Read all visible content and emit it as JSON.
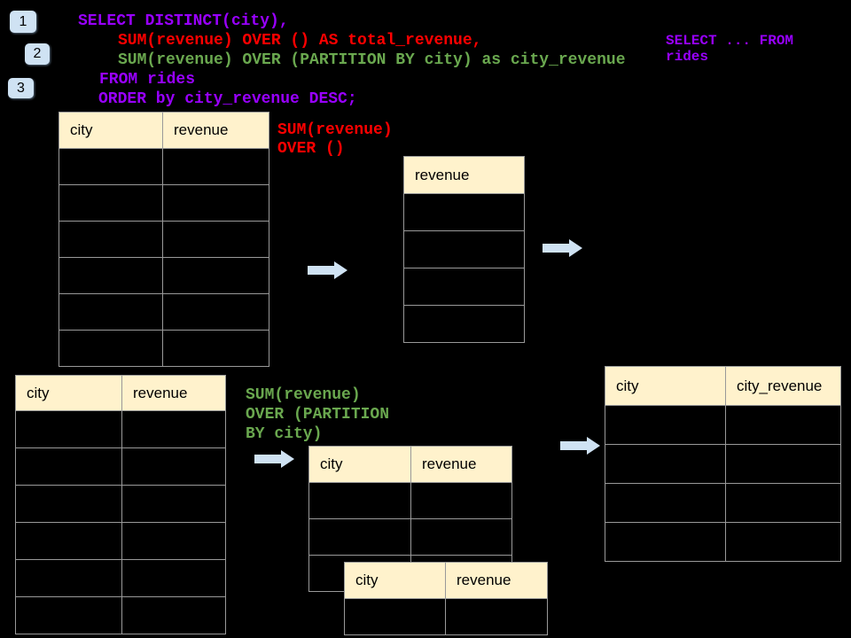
{
  "step_badges": [
    {
      "label": "1"
    },
    {
      "label": "2"
    },
    {
      "label": "3"
    }
  ],
  "sql_code": {
    "lines": [
      {
        "text": "SELECT DISTINCT(city),",
        "color": "#9900FF"
      },
      {
        "text": "SUM(revenue) OVER () AS total_revenue,",
        "color": "#FF0000"
      },
      {
        "text": "SUM(revenue) OVER (PARTITION BY city) as city_revenue",
        "color": "#6AA84F"
      },
      {
        "text": "FROM rides",
        "color": "#9900FF"
      },
      {
        "text": "ORDER by city_revenue DESC;",
        "color": "#9900FF"
      }
    ]
  },
  "side_note": {
    "line1": "SELECT ... FROM",
    "line2": "rides",
    "color": "#9900FF"
  },
  "annotations": {
    "total_revenue": {
      "line1": "SUM(revenue)",
      "line2": "OVER ()",
      "color": "#FF0000"
    },
    "partition": {
      "line1": "SUM(revenue)",
      "line2": "OVER (PARTITION",
      "line3": "BY city)",
      "color": "#6AA84F"
    }
  },
  "tables": {
    "rides_source_top": {
      "columns": [
        "city",
        "revenue"
      ],
      "row_count": 6
    },
    "total_revenue_result": {
      "columns": [
        "revenue"
      ],
      "row_count": 4
    },
    "rides_source_bottom": {
      "columns": [
        "city",
        "revenue"
      ],
      "row_count": 6
    },
    "partition_intermediate": {
      "columns": [
        "city",
        "revenue"
      ],
      "row_count": 3
    },
    "partition_overlay": {
      "columns": [
        "city",
        "revenue"
      ],
      "row_count": 1
    },
    "city_revenue_result": {
      "columns": [
        "city",
        "city_revenue"
      ],
      "row_count": 4
    }
  },
  "icons": {
    "arrow": "right-arrow"
  },
  "colors": {
    "background": "#000000",
    "badge_fill": "#CFE2F3",
    "arrow_fill": "#CFE2F3",
    "table_header_fill": "#FFF2CC",
    "table_border": "#999999",
    "code_purple": "#9900FF",
    "code_red": "#FF0000",
    "code_green": "#6AA84F"
  }
}
